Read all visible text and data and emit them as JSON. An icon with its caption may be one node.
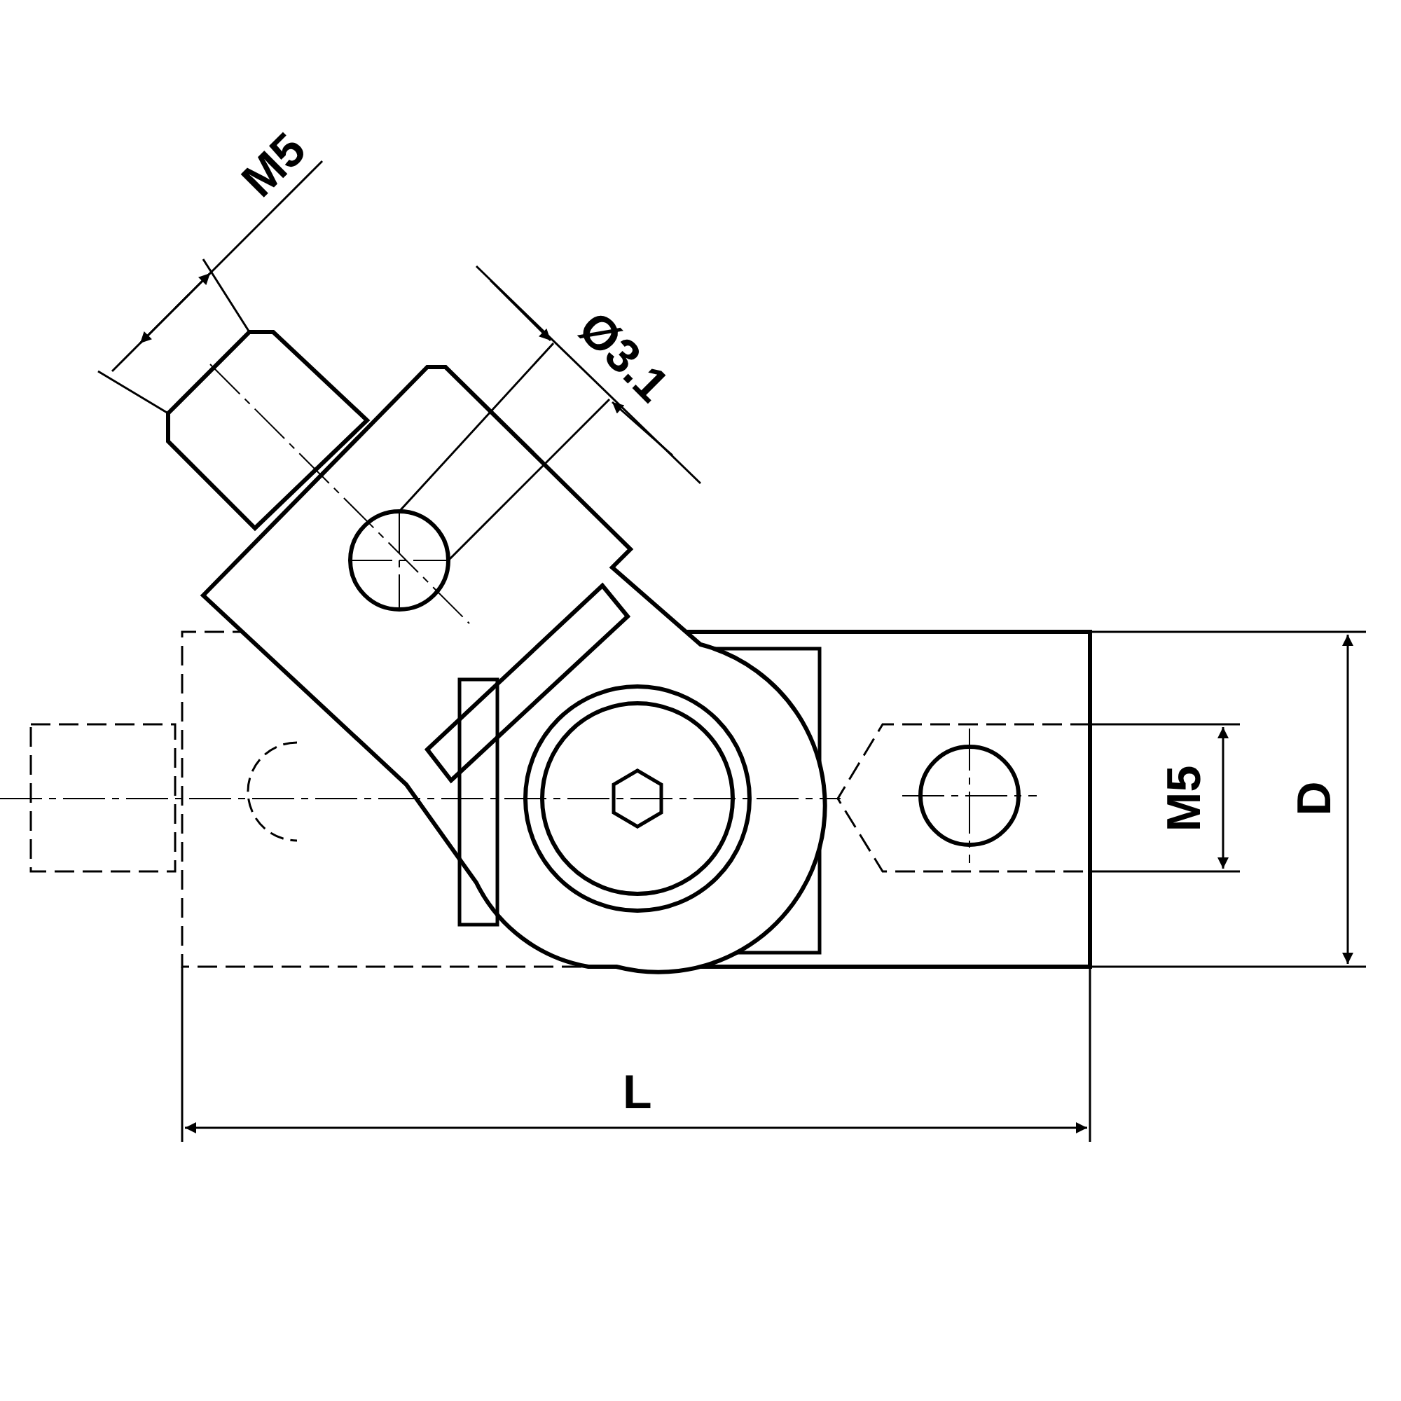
{
  "diagram": {
    "labels": [
      "M5",
      "Ø3.1",
      "M5",
      "D",
      "L"
    ]
  }
}
